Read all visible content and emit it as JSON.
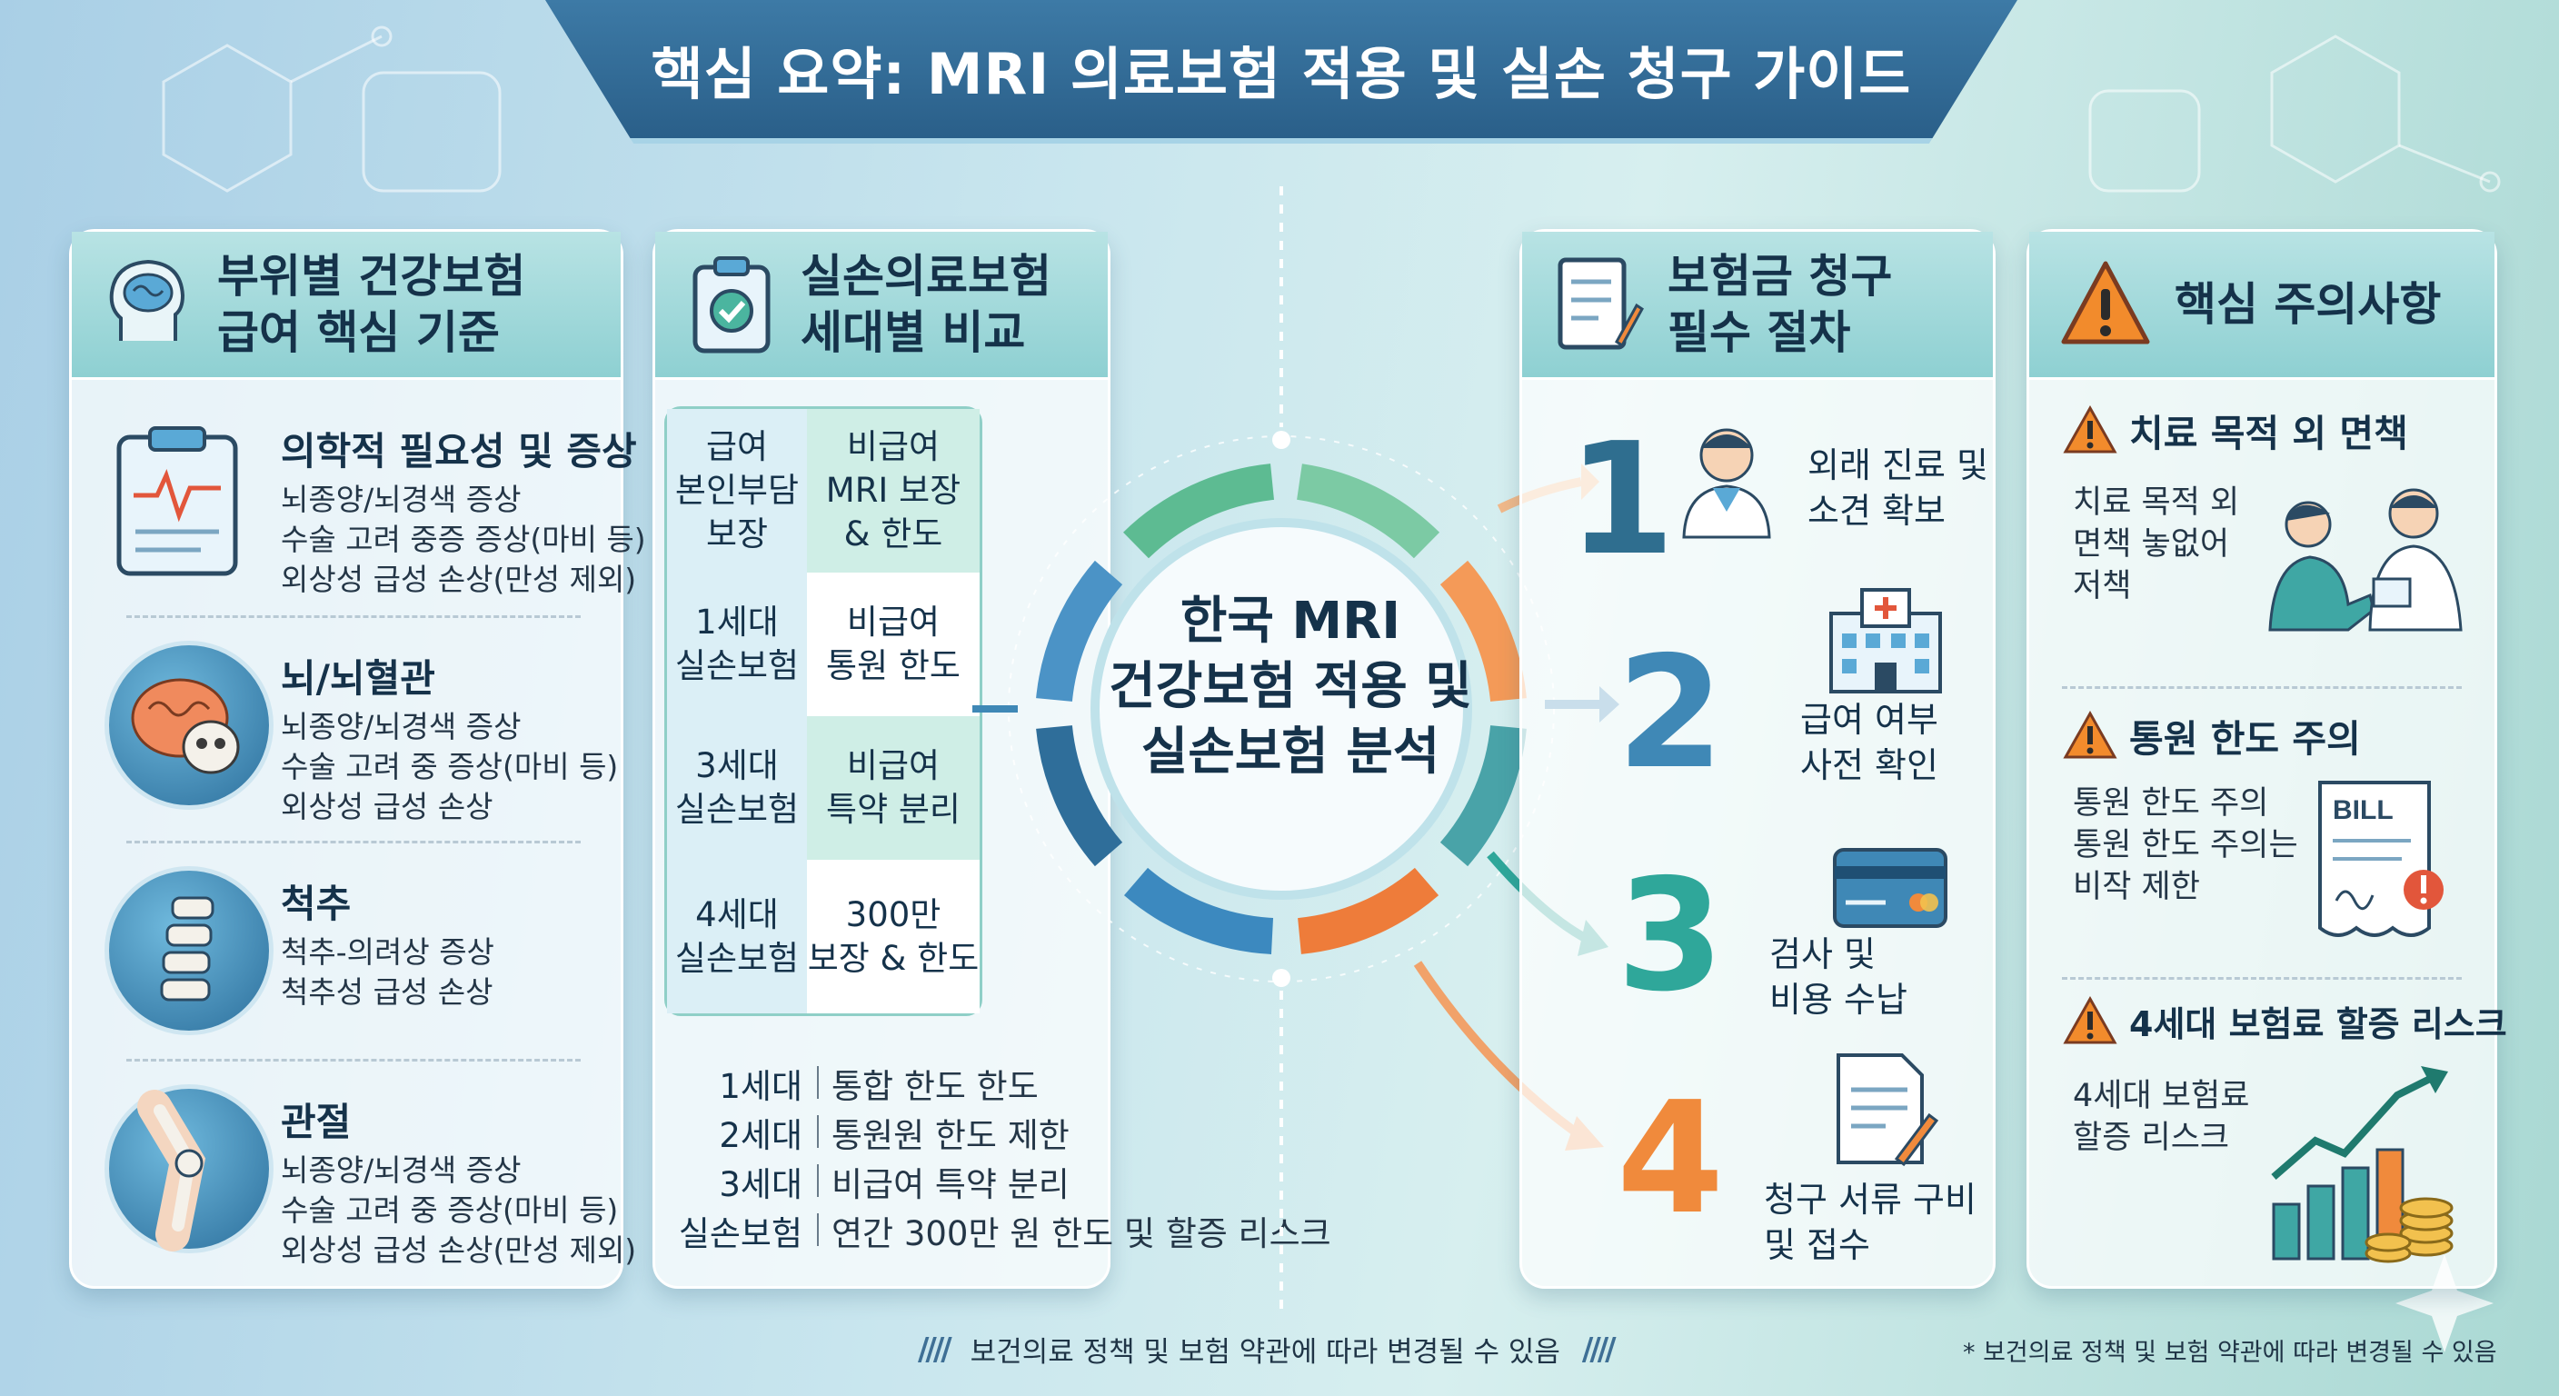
{
  "title": "핵심 요약: MRI 의료보험 적용 및 실손 청구 가이드",
  "center": {
    "line1": "한국 MRI",
    "line2": "건강보험 적용 및",
    "line3": "실손보험 분석"
  },
  "panel_criteria": {
    "title": "부위별 건강보험\n급여 핵심 기준",
    "sections": [
      {
        "title": "의학적 필요성 및 증상",
        "lines": [
          "뇌종양/뇌경색 증상",
          "수술 고려 중증 증상(마비 등)",
          "외상성 급성 손상(만성 제외)"
        ]
      },
      {
        "title": "뇌/뇌혈관",
        "lines": [
          "뇌종양/뇌경색 증상",
          "수술 고려 중 증상(마비 등)",
          "외상성 급성 손상"
        ]
      },
      {
        "title": "척추",
        "lines": [
          "척추-의려상 증상",
          "척추성 급성 손상"
        ]
      },
      {
        "title": "관절",
        "lines": [
          "뇌종양/뇌경색 증상",
          "수술 고려 중 증상(마비 등)",
          "외상성 급성 손상(만성 제외)"
        ]
      }
    ]
  },
  "panel_compare": {
    "title": "실손의료보험\n세대별 비교",
    "table": [
      [
        "급여\n본인부담\n보장",
        "비급여\nMRI 보장\n& 한도"
      ],
      [
        "1세대\n실손보험",
        "비급여\n통원 한도"
      ],
      [
        "3세대\n실손보험",
        "비급여\n특약 분리"
      ],
      [
        "4세대\n실손보험",
        "300만\n보장 & 한도"
      ]
    ],
    "generations": [
      {
        "gen": "1세대",
        "desc": "통합 한도 한도"
      },
      {
        "gen": "2세대",
        "desc": "통원원 한도 제한"
      },
      {
        "gen": "3세대",
        "desc": "비급여 특약 분리"
      },
      {
        "gen": "실손보험",
        "desc": "연간 300만 원 한도 및 할증 리스크"
      }
    ]
  },
  "panel_claim": {
    "title": "보험금 청구\n필수 절차",
    "steps": [
      {
        "num": "1",
        "label": "외래 진료 및\n소견 확보",
        "icon": "doctor-icon"
      },
      {
        "num": "2",
        "label": "급여 여부\n사전 확인",
        "icon": "hospital-icon"
      },
      {
        "num": "3",
        "label": "검사 및\n비용 수납",
        "icon": "credit-card-icon"
      },
      {
        "num": "4",
        "label": "청구 서류 구비\n및 접수",
        "icon": "document-pen-icon"
      }
    ]
  },
  "panel_caution": {
    "title": "핵심 주의사항",
    "items": [
      {
        "title": "치료 목적 외 면책",
        "lines": [
          "치료 목적 외",
          "면책 놓없어",
          "저책"
        ]
      },
      {
        "title": "통원 한도 주의",
        "lines": [
          "통원 한도 주의",
          "통원 한도 주의는",
          "비작 제한"
        ]
      },
      {
        "title": "4세대 보험료 할증 리스크",
        "lines": [
          "4세대 보험료",
          "할증 리스크"
        ]
      }
    ],
    "bill_label": "BILL"
  },
  "footer": {
    "center": "보건의료 정책 및 보험 약관에 따라 변경될 수 있음",
    "stripes": "////",
    "right": "* 보건의료 정책 및 보험 약관에 따라 변경될 수 있음"
  },
  "colors": {
    "banner": "#2a5f89",
    "step1": "#2f6e8f",
    "step2": "#3f88b6",
    "step3": "#2fa79a",
    "step4": "#f08a3c",
    "warning": "#f28b2c"
  }
}
